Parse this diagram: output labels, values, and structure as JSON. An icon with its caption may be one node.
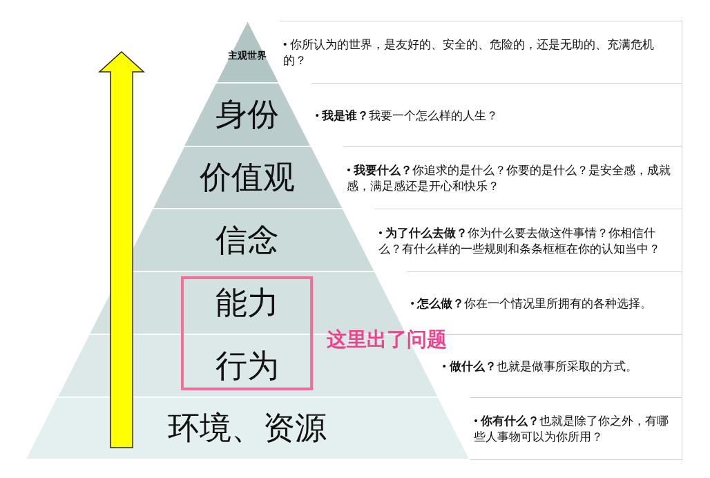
{
  "diagram": {
    "nodes": [
      {
        "text": [
          "主观世界"
        ]
      },
      {
        "text": [
          "• 你所认为的世界，是友好的、安全的、危险的，还是无助的、充满危机的？"
        ]
      },
      {
        "text": [
          "身份"
        ]
      },
      {
        "text": [
          "• **我是谁？**我要一个怎么样的人生？"
        ]
      },
      {
        "text": [
          "价值观"
        ]
      },
      {
        "text": [
          "• **我要什么？**你追求的是什么？你要的是什么？是安全感，成就感，满足感还是开心和快乐？"
        ]
      },
      {
        "text": [
          "信念"
        ]
      },
      {
        "text": [
          "• **为了什么去做？**你为什么要去做这件事情？你相信什么？有什么样的一些规则和条条框框在你的认知当中？"
        ]
      },
      {
        "text": [
          "能力"
        ]
      },
      {
        "text": [
          "• **怎么做？**你在一个情况里所拥有的各种选择。"
        ]
      },
      {
        "text": [
          "行为"
        ]
      },
      {
        "text": [
          "• **做什么？**也就是做事所采取的方式。"
        ]
      },
      {
        "text": [
          "环境、资源"
        ]
      },
      {
        "text": [
          "• **你有什么？**也就是除了你之外，有哪些人事物可以为你所用？"
        ]
      }
    ],
    "labels": [
      "这里出了问题"
    ],
    "edges": []
  }
}
